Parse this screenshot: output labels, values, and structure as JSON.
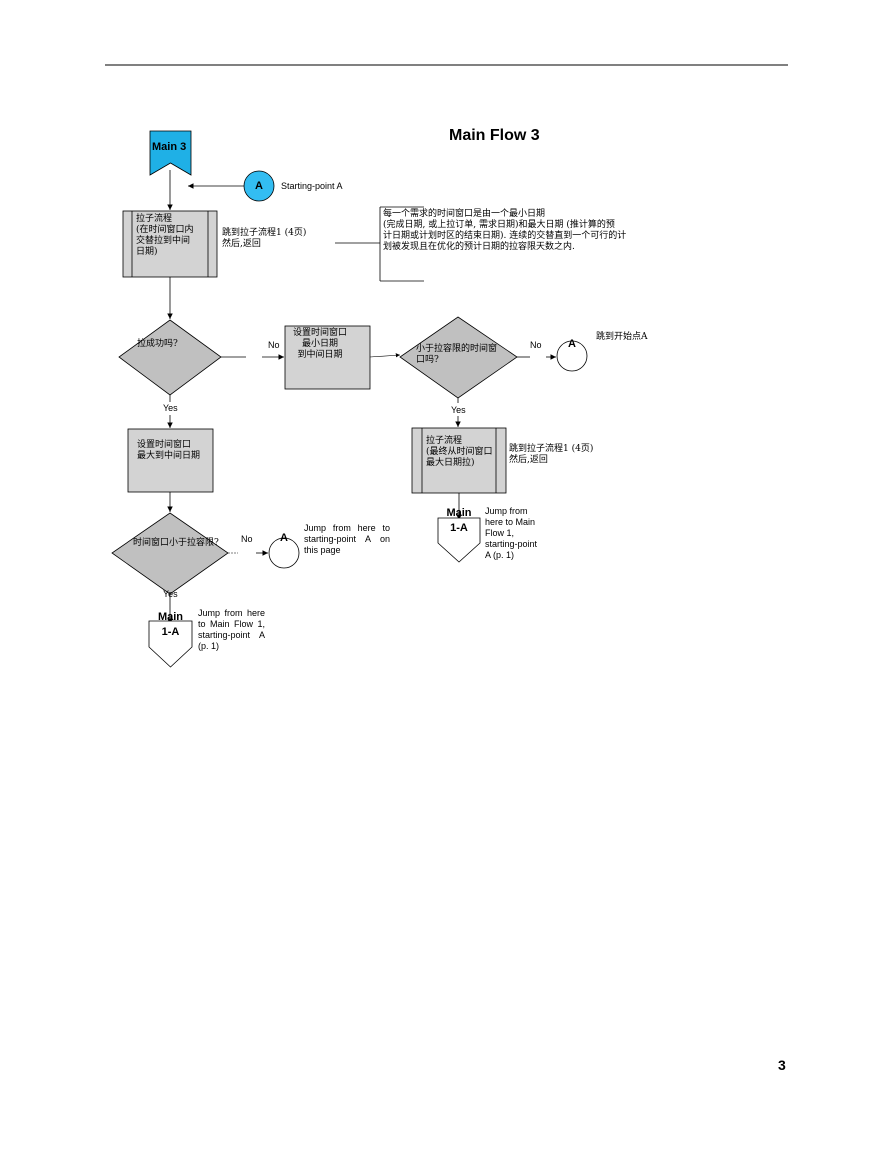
{
  "page": {
    "title": "Main Flow 3",
    "page_number": "3"
  },
  "start": {
    "tag": "Main 3",
    "connector": "A",
    "connector_label": "Starting-point A"
  },
  "process_pull1": {
    "text": "拉子流程\n(在时间窗口内\n交替拉到中间\n日期)",
    "note": "跳到拉子流程1 (4页)\n然后,返回"
  },
  "annotation": {
    "text": "每一个需求的时间窗口是由一个最小日期\n(完成日期, 或上拉订单, 需求日期)和最大日期  (推计算的预\n计日期或计划时区的结束日期). 连续的交替直到一个可行的计\n划被发现且在优化的预计日期的拉容限天数之内."
  },
  "decision_success": {
    "text": "拉成功吗?",
    "no": "No",
    "yes": "Yes"
  },
  "process_set_min": {
    "text": "设置时间窗口\n最小日期\n到中间日期"
  },
  "decision_tolerance": {
    "text": "小于拉容限的时间窗\n口吗?",
    "no": "No",
    "yes": "Yes"
  },
  "connector_a_right": {
    "label": "A",
    "note": "跳到开始点A"
  },
  "process_set_max": {
    "text": "设置时间窗口\n最大到中间日期"
  },
  "process_pull2": {
    "text": "拉子流程\n(最终从时间窗口\n最大日期拉)",
    "note": "跳到拉子流程1 (4页)\n然后,返回"
  },
  "offpage_right": {
    "line1": "Main",
    "line2": "1-A",
    "note": "Jump from\nhere to Main\nFlow 1,\nstarting-point\nA (p. 1)"
  },
  "decision_window": {
    "text": "时间窗口小于拉容限?",
    "no": "No",
    "yes": "Yes"
  },
  "connector_a_mid": {
    "label": "A",
    "note": "Jump from here to starting-point A on this page"
  },
  "offpage_bottom": {
    "line1": "Main",
    "line2": "1-A",
    "note": "Jump from here to Main Flow 1, starting-point A (p. 1)"
  },
  "colors": {
    "process_fill": "#d3d3d3",
    "decision_fill": "#c0c0c0",
    "start_fill": "#1fb0e6",
    "connector_fill": "#33bdf2",
    "line": "#000000"
  }
}
